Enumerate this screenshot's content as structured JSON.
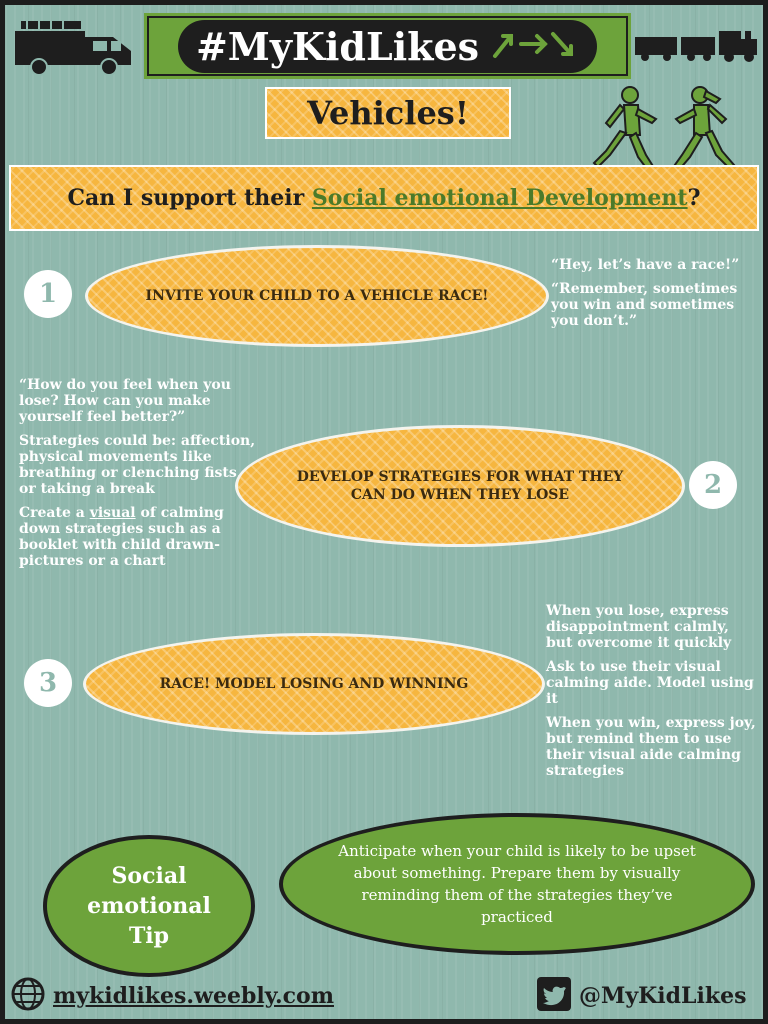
{
  "header": {
    "title": "#MyKidLikes",
    "subtitle": "Vehicles!"
  },
  "question": {
    "prefix": "Can I support their ",
    "highlight": "Social emotional Development",
    "suffix": "?"
  },
  "steps": [
    {
      "number": "1",
      "label": "INVITE YOUR CHILD TO A VEHICLE RACE!",
      "notes": [
        "“Hey, let’s have a race!”",
        "“Remember, sometimes you win and sometimes you don’t.”"
      ]
    },
    {
      "number": "2",
      "label": "DEVELOP STRATEGIES FOR WHAT THEY CAN DO WHEN THEY LOSE",
      "notes": [
        "“How do you feel when you lose? How can you make yourself feel better?”",
        "Strategies could be: affection, physical movements like breathing or clenching fists, or taking a break"
      ],
      "visual_note": {
        "before": "Create a ",
        "link": "visual",
        "after": " of calming down strategies such as a booklet with child drawn-pictures or a chart"
      }
    },
    {
      "number": "3",
      "label": "RACE! MODEL LOSING AND WINNING",
      "notes": [
        "When you lose, express disappointment calmly, but overcome it quickly",
        "Ask to use their visual calming aide. Model using it",
        "When you win, express joy, but remind them to use their visual aide calming strategies"
      ]
    }
  ],
  "tip": {
    "title_line1": "Social",
    "title_line2": "emotional",
    "title_line3": "Tip",
    "text": "Anticipate when your child is likely to be upset about something. Prepare them by visually reminding them of the strategies they’ve practiced"
  },
  "footer": {
    "url": "mykidlikes.weebly.com",
    "handle": "@MyKidLikes"
  },
  "colors": {
    "background": "#8fb8ad",
    "accent_green": "#6da33b",
    "accent_orange": "#f6b63f",
    "dark": "#1e1e1e"
  },
  "icons": [
    "fire-truck-icon",
    "arrows-icon",
    "train-icon",
    "running-kids-icon",
    "globe-icon",
    "twitter-icon"
  ]
}
